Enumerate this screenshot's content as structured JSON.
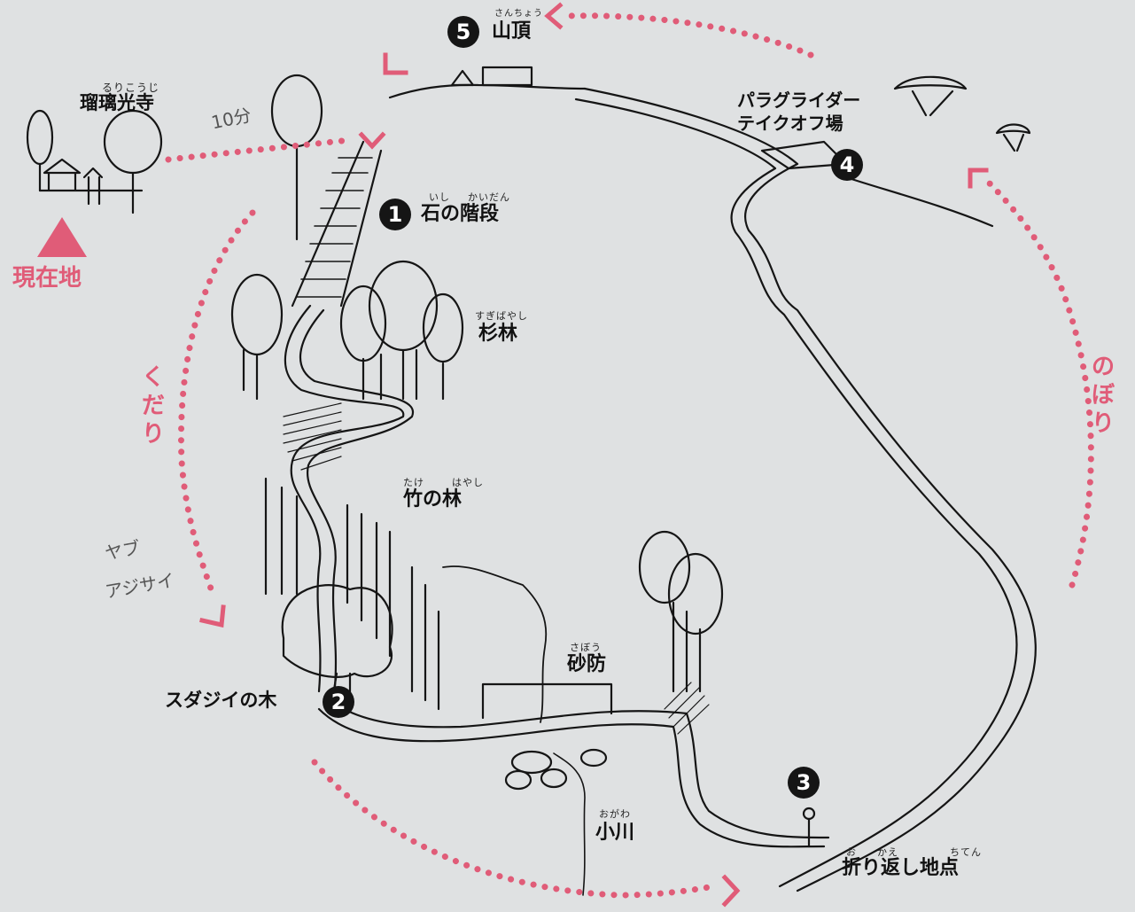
{
  "colors": {
    "background": "#dfe1e2",
    "route_pink": "#e05c78",
    "ink": "#151515"
  },
  "current_location": {
    "label": "現在地",
    "icon": "triangle-up-icon"
  },
  "temple": {
    "label": "瑠璃光寺",
    "ruby": "るりこうじ"
  },
  "summit": {
    "number": "5",
    "label": "山頂",
    "ruby": "さんちょう"
  },
  "stone_steps": {
    "number": "1",
    "label": "石の階段",
    "ruby_1": "いし",
    "ruby_2": "かいだん"
  },
  "cedar_forest": {
    "label": "杉林",
    "ruby": "すぎばやし"
  },
  "bamboo_forest": {
    "label": "竹の林",
    "ruby_1": "たけ",
    "ruby_2": "はやし"
  },
  "sudajii_tree": {
    "number": "2",
    "label": "スダジイの木"
  },
  "erosion_control": {
    "label": "砂防",
    "ruby": "さぼう"
  },
  "stream": {
    "label": "小川",
    "ruby": "おがわ"
  },
  "turnaround": {
    "number": "3",
    "label": "折り返し地点",
    "ruby_1": "お",
    "ruby_2": "かえ",
    "ruby_3": "ちてん"
  },
  "paraglider_takeoff": {
    "number": "4",
    "label_line1": "パラグライダー",
    "label_line2": "テイクオフ場"
  },
  "route_labels": {
    "descent": "くだり",
    "ascent": "のぼり"
  },
  "handwritten": {
    "time_note": "10分",
    "plant_line1": "ヤブ",
    "plant_line2": "アジサイ"
  }
}
